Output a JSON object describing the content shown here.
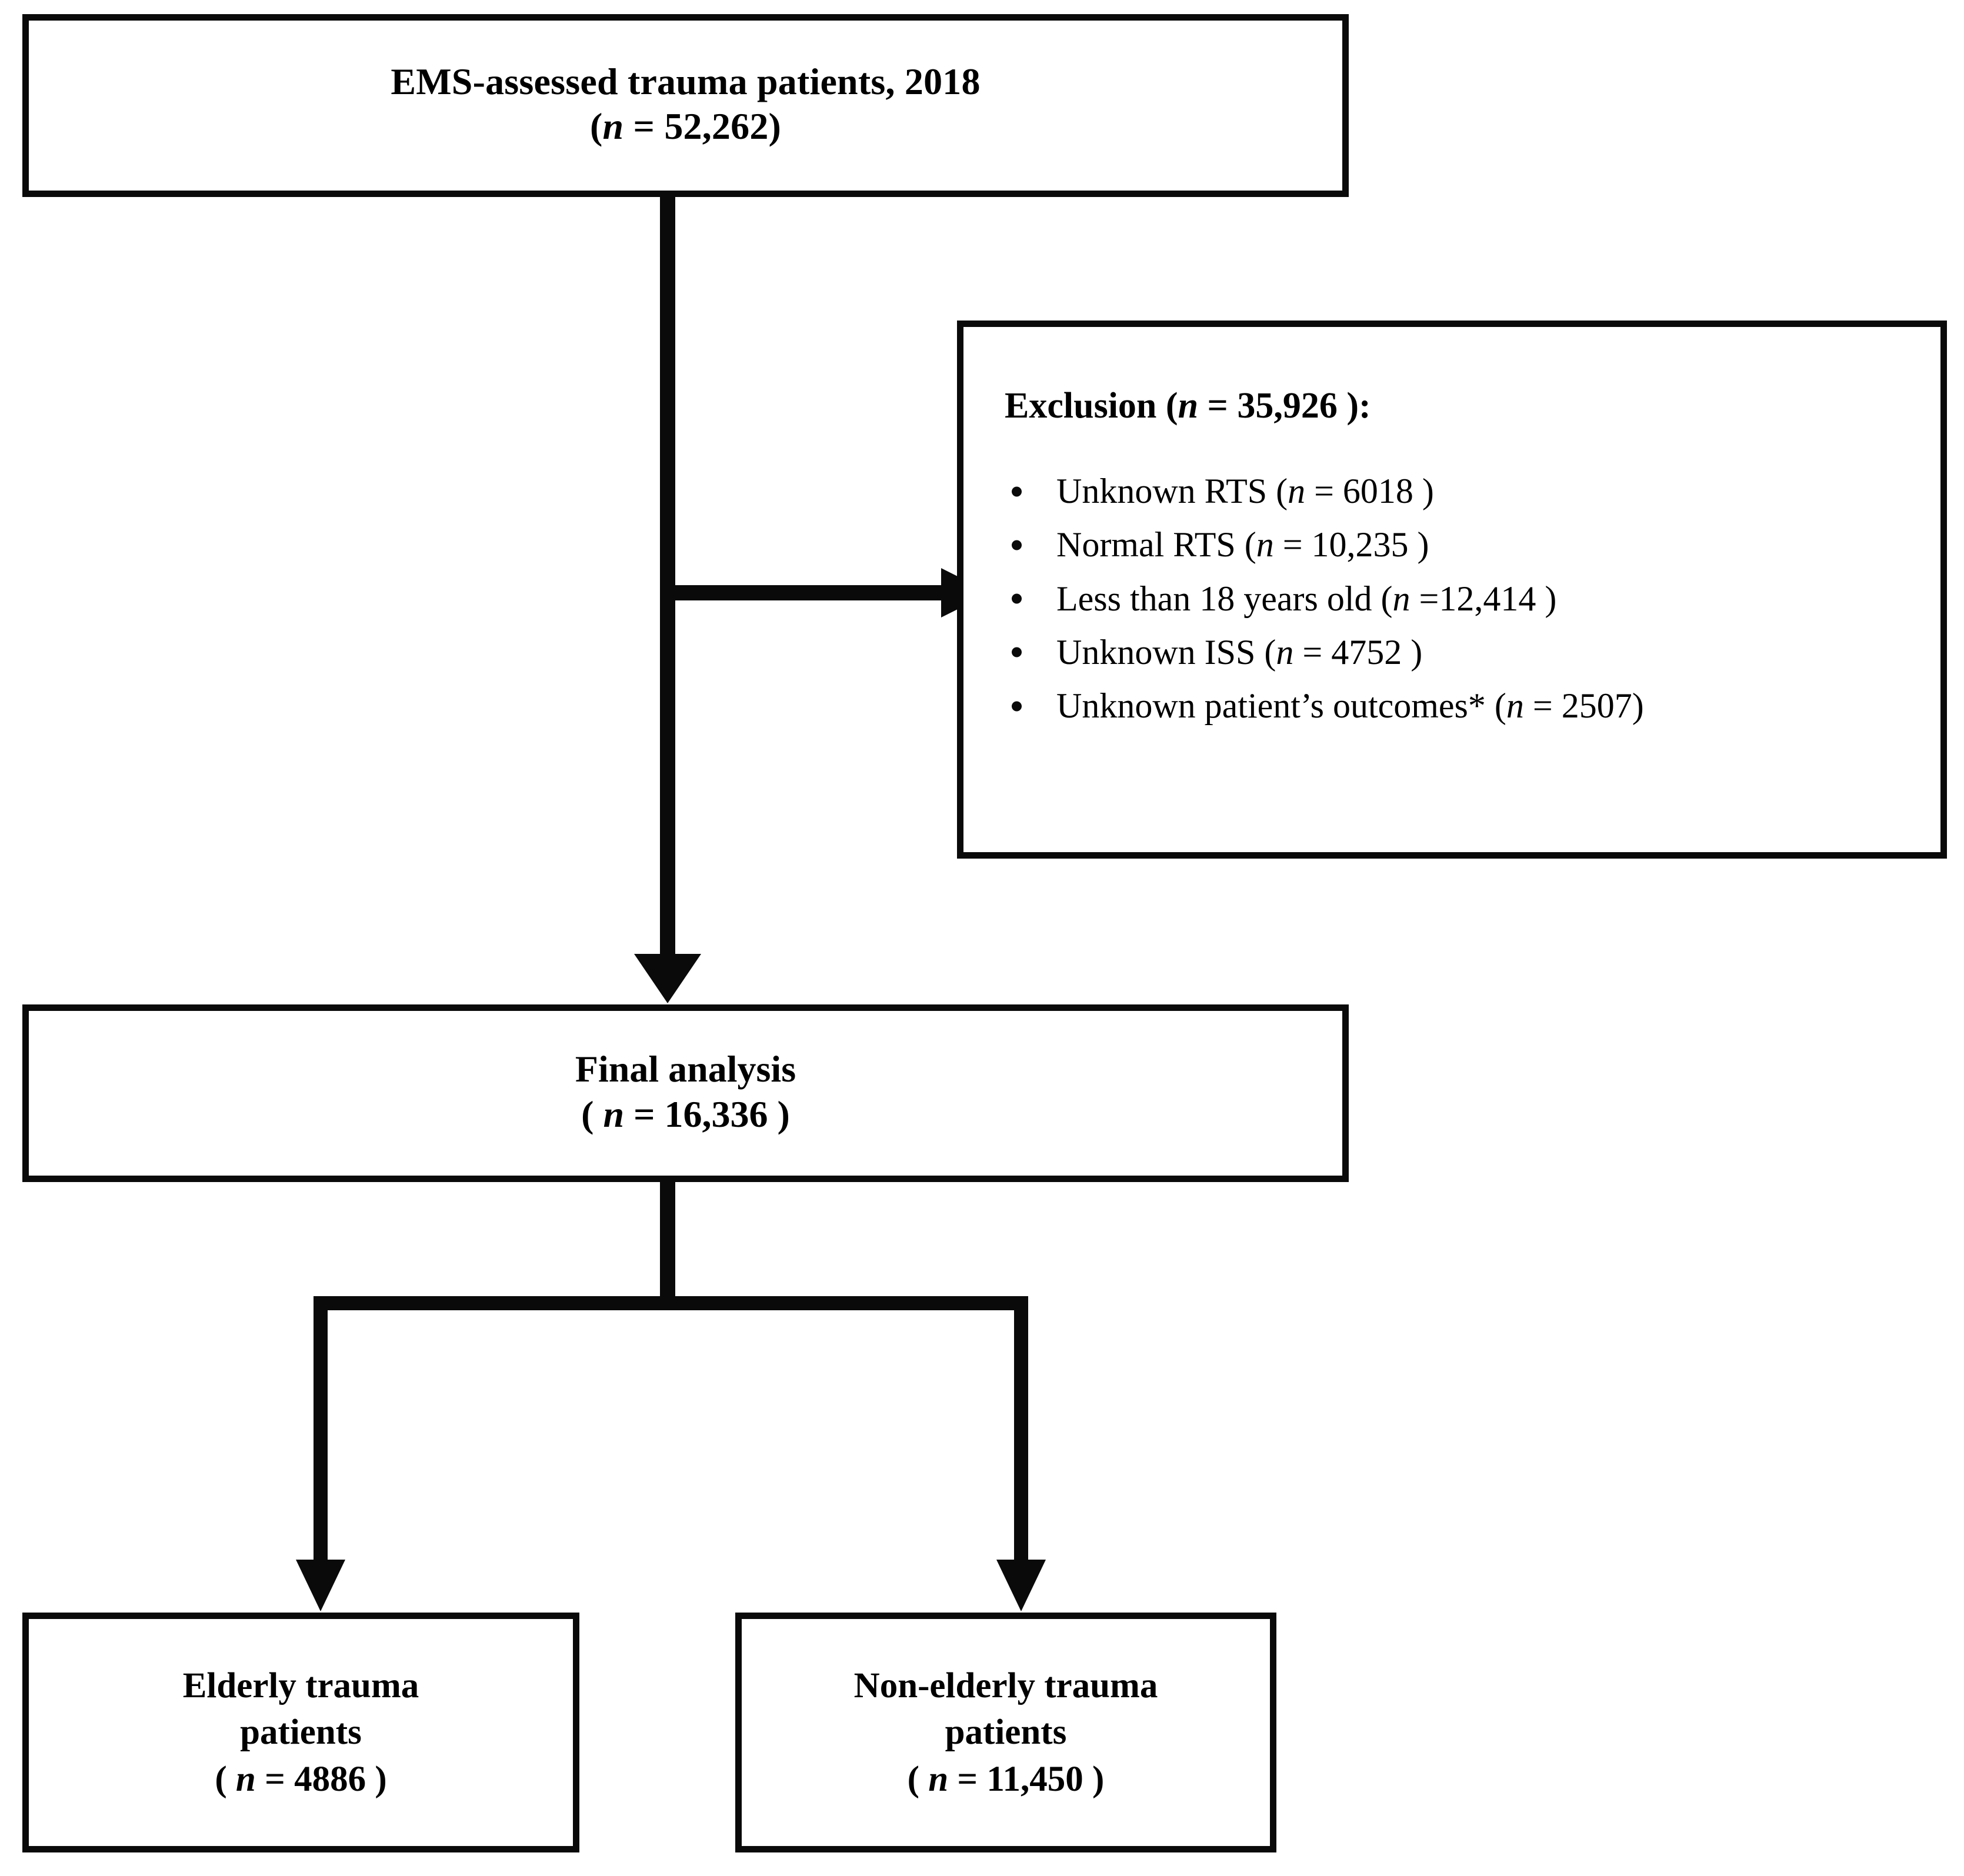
{
  "figure": {
    "type": "study-flow-diagram",
    "title": "Patient selection flow diagram",
    "background_color": "#ffffff",
    "line_color": "#0a0a0a"
  },
  "source_node": {
    "name": "EMS-assessed trauma patients, 2018",
    "line1": "EMS-assessed trauma patients, 2018",
    "line2_prefix": "(",
    "line2_var": "n",
    "line2_suffix": " = 52,262)",
    "count_label": "(n = 52,262)",
    "count": 52262,
    "year": 2018
  },
  "exclusion_node": {
    "heading_prefix": "Exclusion (",
    "heading_var": "n",
    "heading_suffix": " = 35,926 ):",
    "heading_full": "Exclusion (n = 35,926 ):",
    "total": 35926,
    "items": [
      {
        "label": "Unknown RTS (",
        "var": "n",
        "value_text": " = 6018 )",
        "value": 6018,
        "full": "Unknown RTS (n = 6018 )"
      },
      {
        "label": "Normal RTS  (",
        "var": "n",
        "value_text": " = 10,235 )",
        "value": 10235,
        "full": "Normal RTS  (n = 10,235 )"
      },
      {
        "label": "Less than 18 years old (",
        "var": "n",
        "value_text": " =12,414 )",
        "value": 12414,
        "full": "Less than 18 years old (n =12,414 )"
      },
      {
        "label": "Unknown ISS (",
        "var": "n",
        "value_text": " = 4752 )",
        "value": 4752,
        "full": "Unknown ISS (n = 4752 )"
      },
      {
        "label": "Unknown patient’s outcomes* (",
        "var": "n",
        "value_text": " = 2507)",
        "value": 2507,
        "full": "Unknown patient’s outcomes* (n = 2507)"
      }
    ]
  },
  "final_node": {
    "line1": "Final analysis",
    "line2_prefix": "( ",
    "line2_var": "n",
    "line2_suffix": " = 16,336 )",
    "count_label": "( n = 16,336 )",
    "count": 16336
  },
  "leaf_nodes": [
    {
      "line1": "Elderly trauma",
      "line2": "patients",
      "line3_prefix": "( ",
      "line3_var": "n",
      "line3_suffix": " = 4886 )",
      "count_label": "( n = 4886 )",
      "count": 4886
    },
    {
      "line1": "Non-elderly trauma",
      "line2": "patients",
      "line3_prefix": "( ",
      "line3_var": "n",
      "line3_suffix": " = 11,450 )",
      "count_label": "( n = 11,450 )",
      "count": 11450
    }
  ],
  "connectors": [
    {
      "name": "source-to-final",
      "kind": "arrow-down"
    },
    {
      "name": "source-to-exclusion",
      "kind": "arrow-right"
    },
    {
      "name": "final-to-elderly",
      "kind": "arrow-down-left-branch"
    },
    {
      "name": "final-to-nonelderly",
      "kind": "arrow-down-right-branch"
    }
  ]
}
